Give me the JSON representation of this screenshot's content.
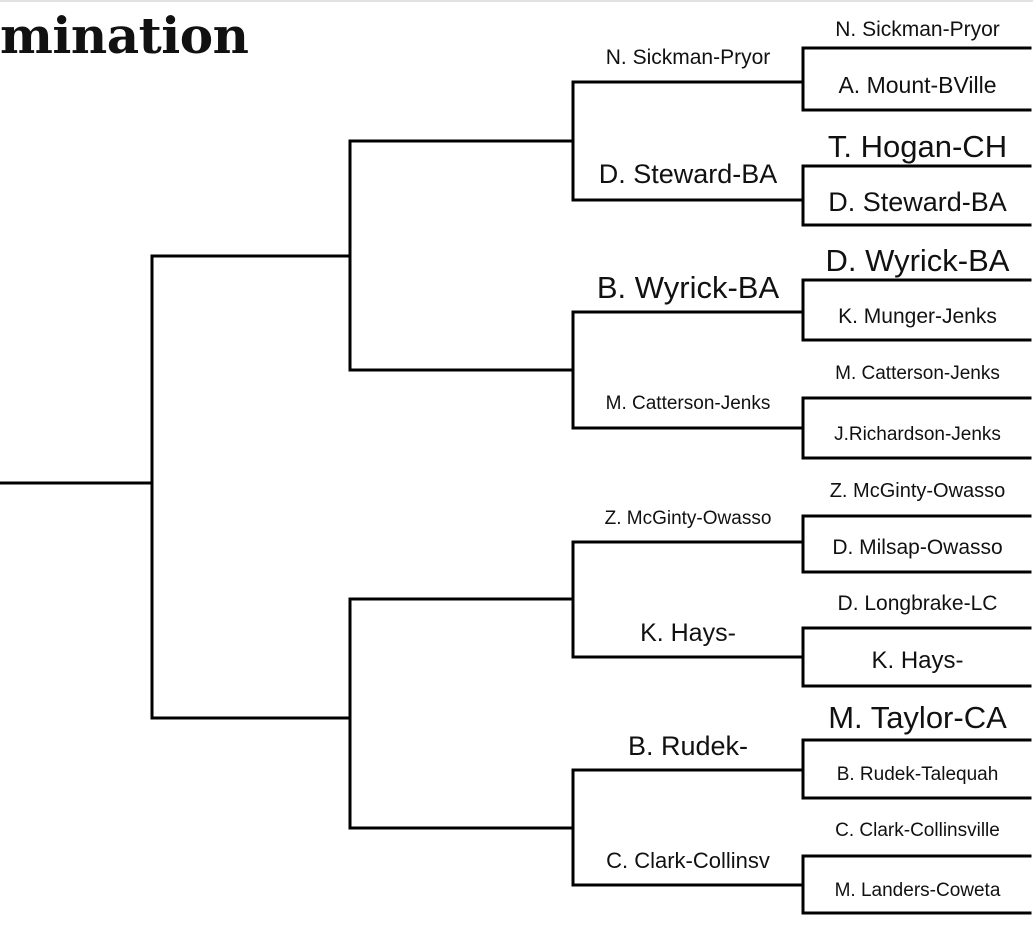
{
  "title": "mination",
  "rounds": {
    "round1": [
      "N. Sickman-Pryor",
      "A. Mount-BVille",
      "T. Hogan-CH",
      "D. Steward-BA",
      "D. Wyrick-BA",
      "K. Munger-Jenks",
      "M. Catterson-Jenks",
      "J.Richardson-Jenks",
      "Z. McGinty-Owasso",
      "D. Milsap-Owasso",
      "D. Longbrake-LC",
      "K. Hays-",
      "M. Taylor-CA",
      "B. Rudek-Talequah",
      "C. Clark-Collinsville",
      "M. Landers-Coweta"
    ],
    "round2": [
      "N. Sickman-Pryor",
      "D. Steward-BA",
      "B. Wyrick-BA",
      "M. Catterson-Jenks",
      "Z. McGinty-Owasso",
      "K. Hays-",
      "B. Rudek-",
      "C. Clark-Collinsv"
    ]
  }
}
